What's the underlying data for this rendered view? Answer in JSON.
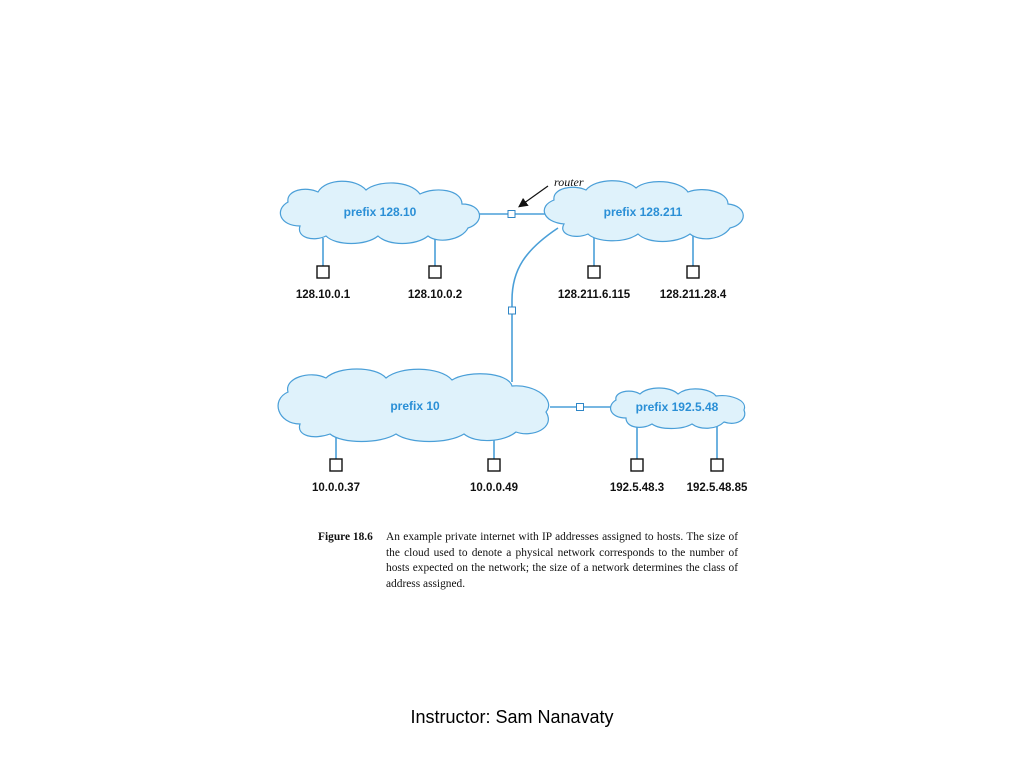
{
  "diagram": {
    "router_label": "router",
    "networks": [
      {
        "id": "n1",
        "label": "prefix 128.10"
      },
      {
        "id": "n2",
        "label": "prefix 128.211"
      },
      {
        "id": "n3",
        "label": "prefix 10"
      },
      {
        "id": "n4",
        "label": "prefix 192.5.48"
      }
    ],
    "hosts": [
      {
        "label": "128.10.0.1"
      },
      {
        "label": "128.10.0.2"
      },
      {
        "label": "128.211.6.115"
      },
      {
        "label": "128.211.28.4"
      },
      {
        "label": "10.0.0.37"
      },
      {
        "label": "10.0.0.49"
      },
      {
        "label": "192.5.48.3"
      },
      {
        "label": "192.5.48.85"
      }
    ]
  },
  "caption": {
    "figure_number": "Figure 18.6",
    "text": "An example private internet with IP addresses assigned to hosts. The size of the cloud used to denote a physical network corresponds to the number of hosts expected on the network; the size of a network determines the class of address assigned."
  },
  "footer": {
    "text": "Instructor: Sam Nanavaty"
  }
}
